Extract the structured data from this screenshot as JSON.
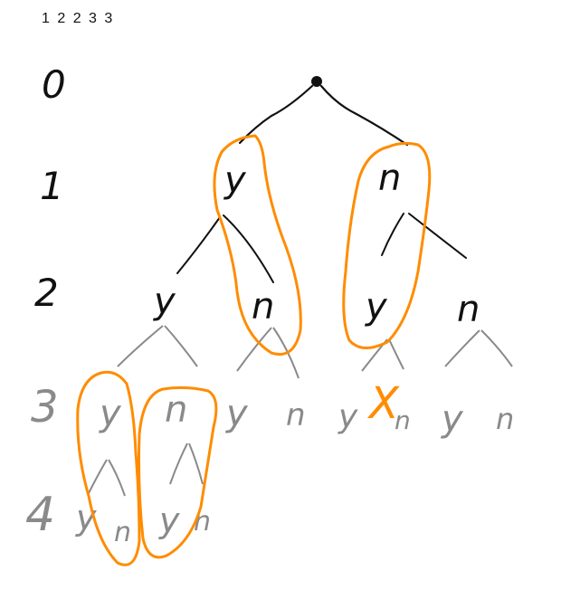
{
  "header": {
    "sequence": "1 2 2 3 3"
  },
  "levels": [
    "0",
    "1",
    "2",
    "3",
    "4"
  ],
  "tree": {
    "level1": [
      "y",
      "n"
    ],
    "level2": [
      "y",
      "n",
      "y",
      "n"
    ],
    "level3": [
      "y",
      "n",
      "y",
      "n",
      "y",
      "n",
      "y",
      "n"
    ],
    "level4": [
      "y",
      "n",
      "y",
      "n"
    ]
  },
  "marks": {
    "cross": "X"
  },
  "colors": {
    "ink": "#111111",
    "faded": "#8a8a8a",
    "highlight": "#ff8c00"
  }
}
